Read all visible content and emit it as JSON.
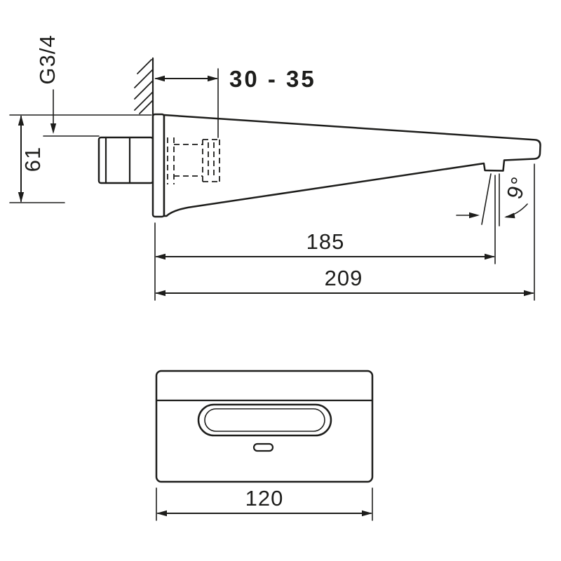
{
  "page": {
    "background": "#ffffff",
    "line_color": "#1d1d1b"
  },
  "drawing": {
    "kind": "technical-dimension-drawing",
    "views": [
      "side-view",
      "top-view"
    ]
  },
  "dims": {
    "thread": "G3/4",
    "wall_depth": "30 - 35",
    "height": "61",
    "spout_length": "185",
    "total_length": "209",
    "angle": "9°",
    "width": "120"
  }
}
